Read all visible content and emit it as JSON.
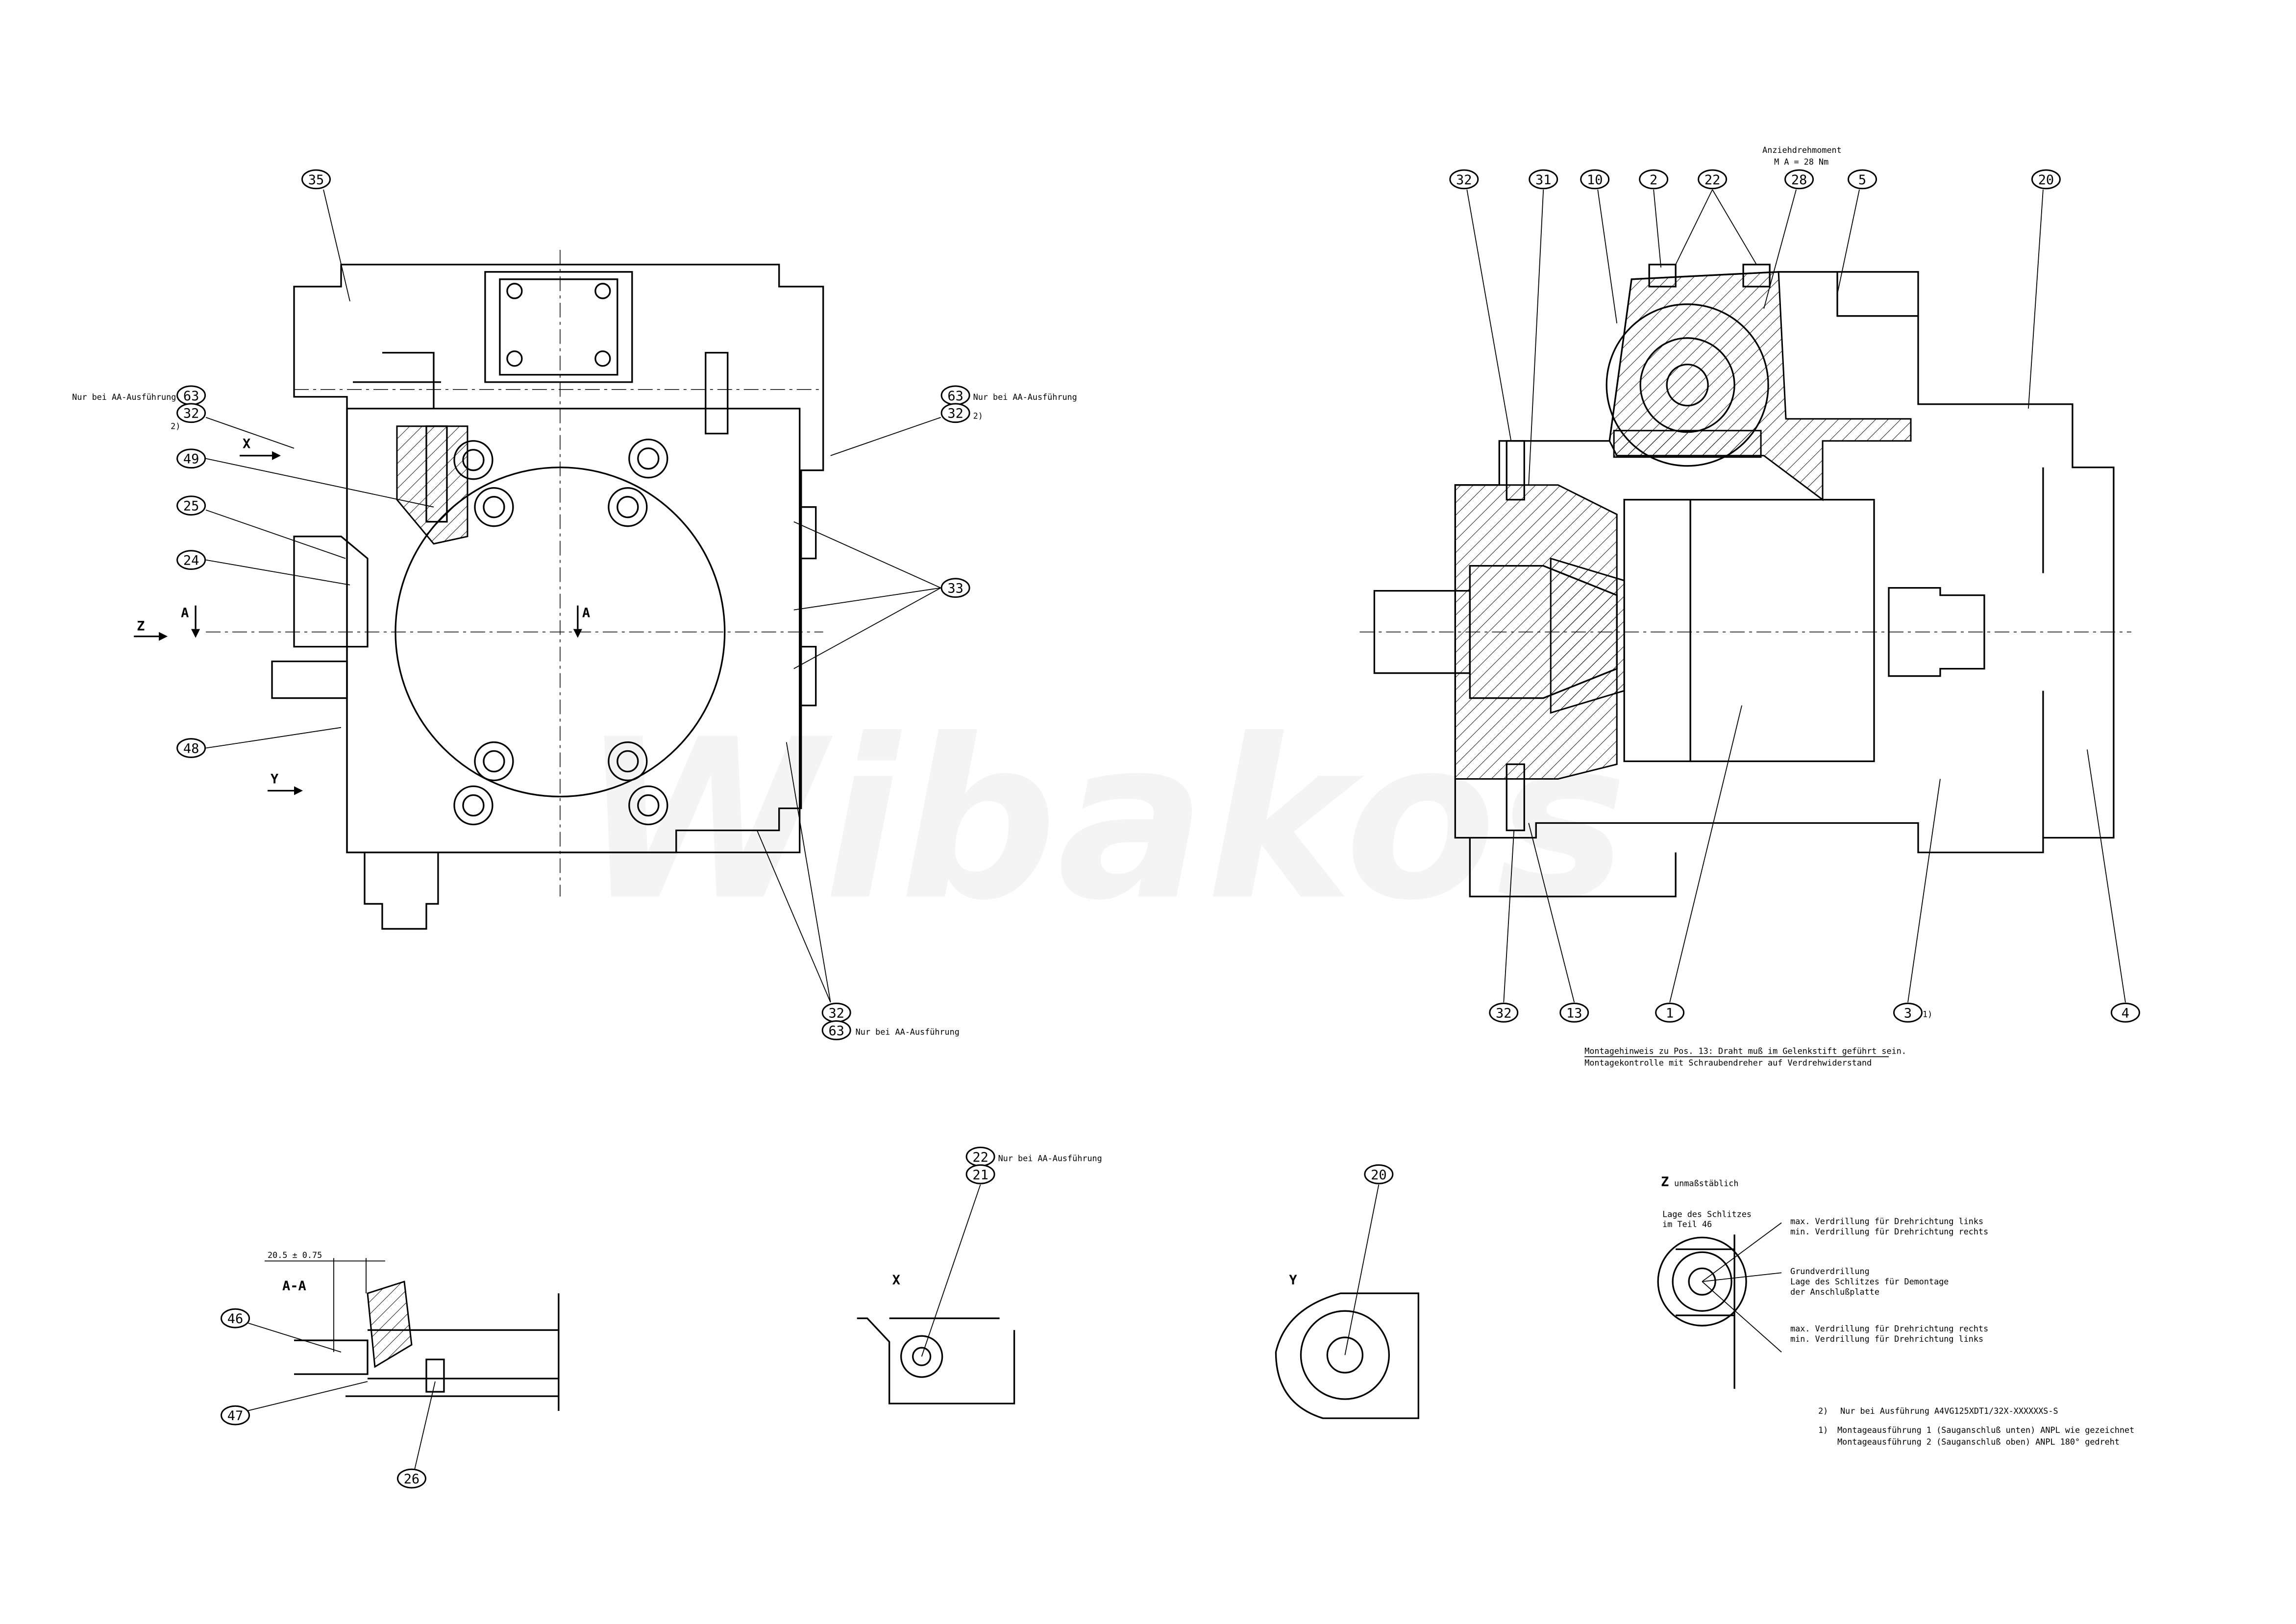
{
  "drawing": {
    "watermark": "Wibakos",
    "torque_note": {
      "title": "Anziehdrehmoment",
      "value": "M A = 28 Nm"
    },
    "aa_note": "Nur bei AA-Ausführung",
    "footnote_2_mark": "2)",
    "footnote_1_mark": "1)",
    "view_letters": {
      "x": "X",
      "y": "Y",
      "z": "Z",
      "a": "A"
    },
    "assembly_note": {
      "line1": "Montagehinweis zu Pos. 13: Draht muß im Gelenkstift geführt sein.",
      "line2": "Montagekontrolle mit Schraubendreher auf Verdrehwiderstand"
    },
    "section_aa": {
      "title": "A-A",
      "dimension": "20.5  ± 0.75"
    },
    "view_x": {
      "title": "X"
    },
    "view_y": {
      "title": "Y"
    },
    "view_z": {
      "title": "Z",
      "subtitle": "unmaßstäblich",
      "slot_label_1": "Lage des Schlitzes",
      "slot_label_2": "im Teil 46",
      "top_1": "max. Verdrillung für Drehrichtung links",
      "top_2": "min. Verdrillung für Drehrichtung rechts",
      "mid_1": "Grundverdrillung",
      "mid_2": "Lage des Schlitzes für Demontage",
      "mid_3": "der Anschlußplatte",
      "bot_1": "max. Verdrillung für Drehrichtung rechts",
      "bot_2": "min. Verdrillung für Drehrichtung links"
    },
    "footnotes": {
      "n2_mark": "2)",
      "n2": "Nur bei Ausführung A4VG125XDT1/32X-XXXXXXS-S",
      "n1_mark": "1)",
      "n1_a": "Montageausführung 1 (Sauganschluß unten) ANPL wie gezeichnet",
      "n1_b": "Montageausführung 2 (Sauganschluß oben) ANPL 180° gedreht"
    },
    "balloons": [
      "35",
      "63",
      "32",
      "49",
      "25",
      "24",
      "48",
      "63",
      "32",
      "33",
      "32",
      "63",
      "32",
      "31",
      "10",
      "2",
      "22",
      "28",
      "5",
      "20",
      "32",
      "13",
      "1",
      "3",
      "4",
      "46",
      "47",
      "26",
      "22",
      "21",
      "20"
    ]
  }
}
